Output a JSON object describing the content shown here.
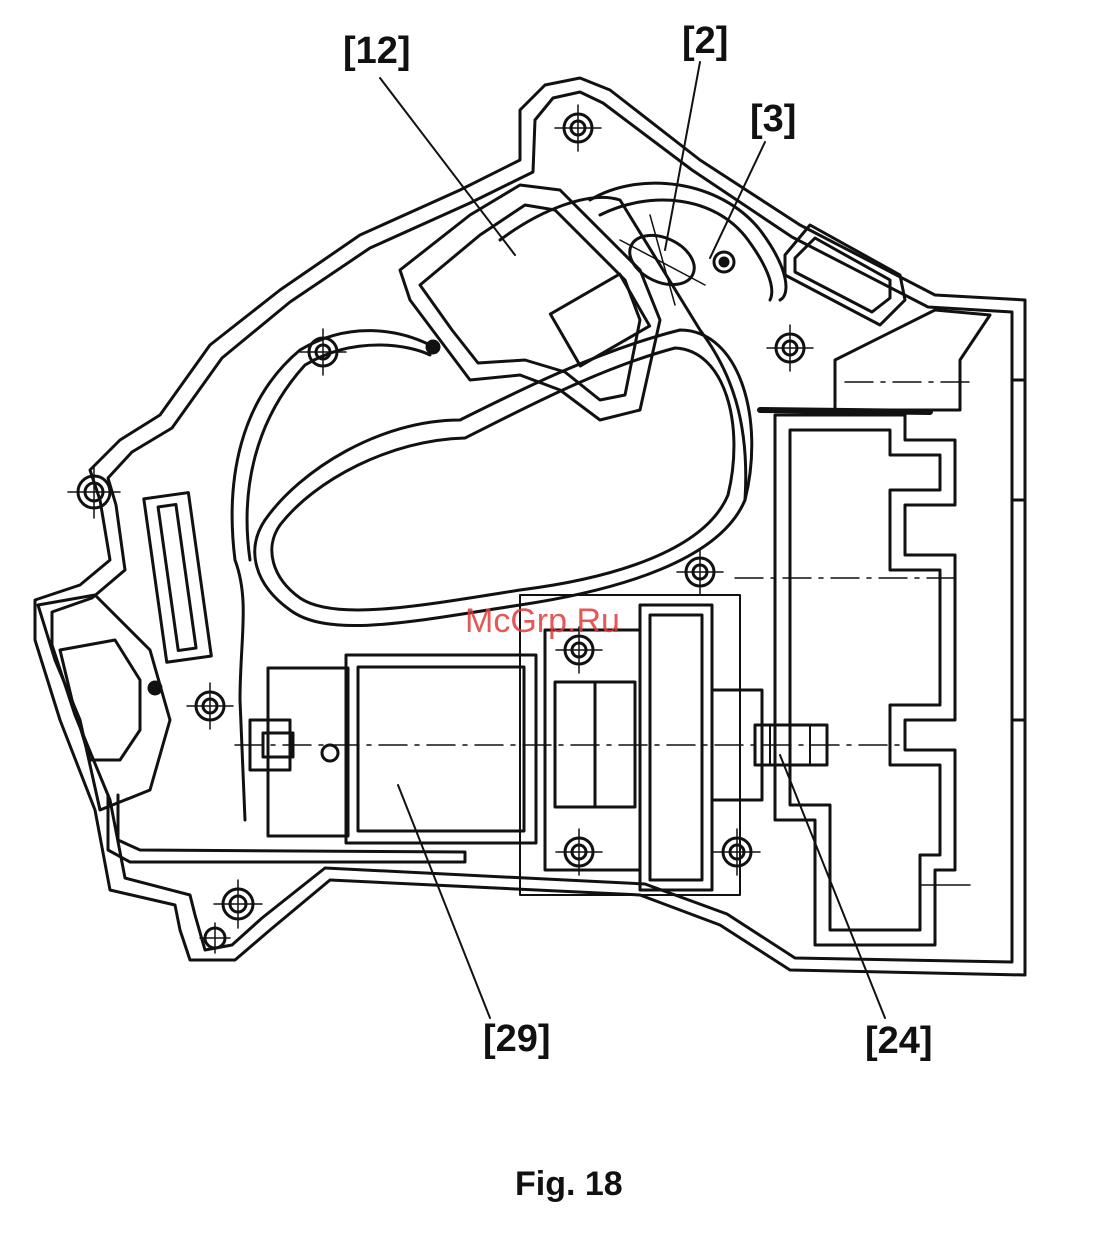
{
  "callouts": {
    "c12": "[12]",
    "c2": "[2]",
    "c3": "[3]",
    "c29": "[29]",
    "c24": "[24]"
  },
  "watermark": "McGrp.Ru",
  "caption": "Fig. 18",
  "colors": {
    "ink": "#111111",
    "watermark": "#e23b3b",
    "background": "#ffffff"
  }
}
